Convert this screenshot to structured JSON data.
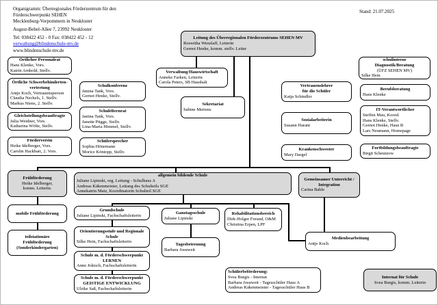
{
  "header": {
    "title_lines": [
      "Organigramm: Überregionales Förderzentrum für den",
      "Förderschwerpunkt SEHEN",
      "Mecklenburg-Vorpommern in Neukloster"
    ],
    "address": "August-Bebel-Allee 7, 23992 Neukloster",
    "phone_fax": "Tel: 038422 452 - 0  Fax: 038422 452 - 12",
    "email": "verwaltung@blindenschule-mv.de",
    "website": "www.blindenschule-mv.de",
    "stand": "Stand: 21.07.2025"
  },
  "colors": {
    "box_gray": "#d9d9d9",
    "line_black": "#000000",
    "link_blue": "#0000cc"
  },
  "nodes": [
    {
      "id": "leitung",
      "variant": "gray",
      "title": [
        "Leitung des Überregionalen Förderzentrums SEHEN MV"
      ],
      "body": [
        "Roswitha Wenzlaff, Leiterin",
        "Gernot Henke, komm. stellv. Leiter"
      ]
    },
    {
      "id": "oertlicher-personalrat",
      "title": [
        "Örtlicher Personalrat"
      ],
      "body": [
        "Hans Klenke, Vors.",
        "Katrin Arnhold, Stellv."
      ]
    },
    {
      "id": "schwerbehindertenvertretung",
      "title": [
        "Örtliche Schwerbehinderten-",
        "vertretung"
      ],
      "body": [
        "Antje Koch, Vertrauensperson",
        "Claudia Nechels, 1. Stellv.",
        "Markus Niens, 2. Stellv."
      ]
    },
    {
      "id": "gleichstellungsbeauftragte",
      "title": [
        "Gleichstellungsbeauftragte"
      ],
      "body": [
        "Julia Weidner, Vors.",
        "Katharina Wölte, Stellv."
      ]
    },
    {
      "id": "foerderverein",
      "title": [
        "Förderverein"
      ],
      "body": [
        "Heike Idelberger, Vors.",
        "Carolin Hackbart, 2. Vors."
      ]
    },
    {
      "id": "schulkonferenz",
      "title": [
        "Schulkonferenz"
      ],
      "body": [
        "Janina Tank, Vors.",
        "Gernot Henke, Stellv."
      ]
    },
    {
      "id": "schulelternrat",
      "title": [
        "Schulelternrat"
      ],
      "body": [
        "Janina Tank, Vors.",
        "Janette Pügge, Stellv.",
        "Lina-Maria Himmel, Stellv."
      ]
    },
    {
      "id": "schuelersprecher",
      "title": [
        "Schülersprecher"
      ],
      "body": [
        "Sophia Hönemann",
        "Morice Köntopp, Stellv."
      ]
    },
    {
      "id": "verwaltung-hauswirtschaft",
      "title": [
        "Verwaltung/Hauswirtschaft"
      ],
      "body": [
        "Anneke Farken, Leiterin",
        "Carola Peters, SB Haushalt"
      ]
    },
    {
      "id": "sekretariat",
      "title": [
        "Sekretariat"
      ],
      "body": [
        "Sabine Mertens"
      ]
    },
    {
      "id": "vertrauenslehrer",
      "title": [
        "Vertrauenslehrer",
        "für die Schüler"
      ],
      "body": [
        "Katja Schindler"
      ]
    },
    {
      "id": "sozialarbeiterin",
      "title": [
        "Sozialarbeiterin"
      ],
      "body": [
        "Susann Harant"
      ]
    },
    {
      "id": "krankenschwester",
      "title": [
        "Krankenschwester"
      ],
      "body": [
        "Mary Dargel"
      ]
    },
    {
      "id": "diagnostik-beratung",
      "title": [
        "schulinterne",
        "Diagnostik/Beratung"
      ],
      "subtitle": "(ÜFZ SEHEN MV)",
      "body": [
        "Silke Hein"
      ]
    },
    {
      "id": "berufsberatung",
      "title": [
        "Berufsberatung"
      ],
      "body": [
        "Hans Klenke"
      ]
    },
    {
      "id": "it-verantwortlicher",
      "title": [
        "IT-Verantwortlicher"
      ],
      "body": [
        "Steffen Mau, Koord.",
        "Hans Klenke, Stellv.",
        "Gernot Henke, Haus B",
        "Lars Neumann, Homepage"
      ]
    },
    {
      "id": "fortbildungsbeauftragte",
      "title": [
        "Fortbildungsbeauftragte"
      ],
      "body": [
        "Birgit Scheutzow"
      ]
    },
    {
      "id": "fruehfoerderung",
      "variant": "gray",
      "title": [
        "Frühförderung"
      ],
      "body_align": "center",
      "body": [
        "Heike Idelberger,",
        "komm. Leiterin."
      ]
    },
    {
      "id": "mobile-fruehfoerderung",
      "title": [
        "mobile Frühförderung"
      ],
      "body": []
    },
    {
      "id": "teilstationaere-fruehfoerderung",
      "title": [
        "teilstationäre",
        "Frühförderung",
        "(Sonderkindergarten)"
      ],
      "body": []
    },
    {
      "id": "allgemein-bildende-schule",
      "variant": "gray",
      "title": [
        "allgemein bildende Schule"
      ],
      "body": [
        "Juliane Lipinski, org. Leitung - Schulhaus A",
        "Andreas Käkenmeister, Leitung des Schulteils SGE",
        "Annekatrin Matz, Koordinatorin Schulteil SGE"
      ]
    },
    {
      "id": "gemeinsamer-unterricht",
      "variant": "gray",
      "title": [
        "Gemeinsamer Unterricht /",
        "Integration"
      ],
      "body": [
        "Carina Bahle"
      ]
    },
    {
      "id": "grundschule",
      "title": [
        "Grundschule"
      ],
      "body": [
        "Juliane Lipinski, Fachschaftsleiterin"
      ]
    },
    {
      "id": "orientierungsstufe",
      "title": [
        "Orientierungsstufe und Regionale",
        "Schule"
      ],
      "body": [
        "Silke Hein, Fachschaftsleiterin"
      ]
    },
    {
      "id": "lernen",
      "title": [
        "Schule m. d. Förderschwerpunkt",
        "LERNEN"
      ],
      "body": [
        "Anne Jokisch, Fachschaftsleiterin"
      ]
    },
    {
      "id": "geistige-entwicklung",
      "title": [
        "Schule m. d. Förderschwerpunkt",
        "GEISTIGE ENTWICKLUNG"
      ],
      "body": [
        "Ulrike Saß, Fachschaftsleiterin"
      ]
    },
    {
      "id": "ganztagsschule",
      "title": [
        "Ganztagsschule"
      ],
      "body": [
        "Juliane Lipinski"
      ]
    },
    {
      "id": "tagesbetreuung",
      "title": [
        "Tagesbetreuung"
      ],
      "body": [
        "Barbara Josuweit"
      ]
    },
    {
      "id": "rehabilitationsbereich",
      "title": [
        "Rehabilitationsbereich"
      ],
      "body": [
        "Dirk-Holger Freund, O&M",
        "Christina Erpen, LPF"
      ]
    },
    {
      "id": "medienbearbeitung",
      "title": [
        "Medienbearbeitung"
      ],
      "body": [
        "Antje Koch"
      ]
    },
    {
      "id": "schuelerbefoerderung",
      "title_align": "left",
      "title": [
        "Schülerbeförderung:"
      ],
      "body": [
        "Svea Burgis - Internat",
        "Barbara Josuweit - Tagesschüler Haus A",
        "Andreas Käkenmeister - Tagesschüler Haus B"
      ]
    },
    {
      "id": "internat",
      "variant": "gray",
      "title": [
        "Internat für Schule"
      ],
      "body_align": "center",
      "body": [
        "Svea Burgis, komm. Leiterin"
      ]
    }
  ]
}
